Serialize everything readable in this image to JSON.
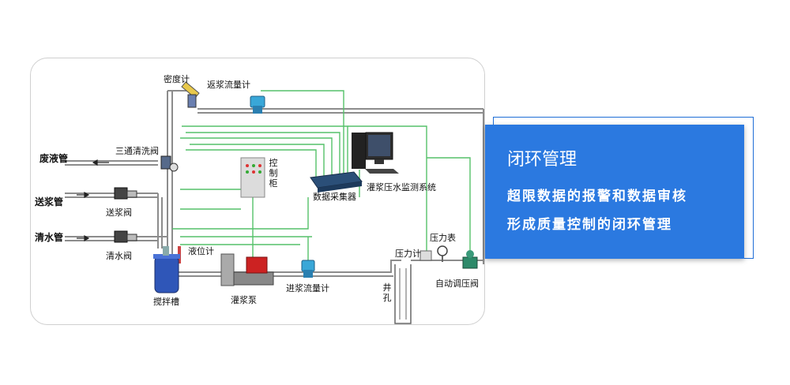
{
  "labels": {
    "density_meter": "密度计",
    "return_flowmeter": "返浆流量计",
    "three_way_valve": "三通清洗阀",
    "waste_pipe": "废液管",
    "feed_pipe": "送浆管",
    "feed_valve": "送浆阀",
    "water_pipe": "清水管",
    "water_valve": "清水阀",
    "control_cabinet": "控制柜",
    "data_collector": "数据采集器",
    "monitor_system": "灌浆压水监测系统",
    "level_meter": "液位计",
    "mixing_tank": "搅拌槽",
    "grout_pump": "灌浆泵",
    "inlet_flowmeter": "进浆流量计",
    "pressure_meter": "压力计",
    "pressure_gauge": "压力表",
    "auto_valve": "自动调压阀",
    "well_hole": "井孔"
  },
  "panel": {
    "title": "闭环管理",
    "line1": "超限数据的报警和数据审核",
    "line2": "形成质量控制的闭环管理"
  },
  "colors": {
    "panel_blue": "#2b79e0",
    "signal_green": "#55c16a",
    "pipe_gray": "#9a9a9a"
  }
}
